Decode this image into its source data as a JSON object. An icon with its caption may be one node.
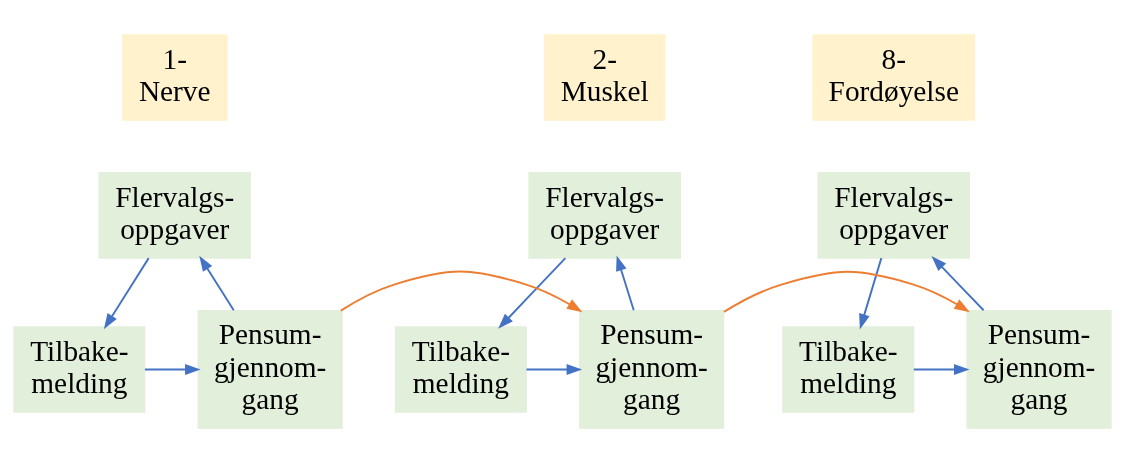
{
  "diagram": {
    "nodes": [
      {
        "text": [
          "1- Nerve"
        ]
      },
      {
        "text": [
          "2- Muskel"
        ]
      },
      {
        "text": [
          "8- Fordøyelse"
        ]
      },
      {
        "text": [
          "Flervalgs- oppgaver"
        ]
      },
      {
        "text": [
          "Flervalgs- oppgaver"
        ]
      },
      {
        "text": [
          "Flervalgs- oppgaver"
        ]
      },
      {
        "text": [
          "Pensum- gjennom- gang"
        ]
      },
      {
        "text": [
          "Tilbake- melding"
        ]
      },
      {
        "text": [
          "Pensum- gjennom- gang"
        ]
      },
      {
        "text": [
          "Tilbake- melding"
        ]
      },
      {
        "text": [
          "Pensum- gjennom- gang"
        ]
      },
      {
        "text": [
          "Tilbake- melding"
        ]
      }
    ],
    "edges": [
      {
        "from": 6,
        "to": 3,
        "arrow": "to"
      },
      {
        "from": 3,
        "to": 7,
        "arrow": "to"
      },
      {
        "from": 7,
        "to": 6,
        "arrow": "to"
      },
      {
        "from": 8,
        "to": 4,
        "arrow": "to"
      },
      {
        "from": 4,
        "to": 9,
        "arrow": "to"
      },
      {
        "from": 9,
        "to": 8,
        "arrow": "to"
      },
      {
        "from": 10,
        "to": 5,
        "arrow": "to"
      },
      {
        "from": 5,
        "to": 11,
        "arrow": "to"
      },
      {
        "from": 11,
        "to": 10,
        "arrow": "to"
      },
      {
        "from": 6,
        "to": 8,
        "arrow": "to",
        "color": "#ed7d31"
      },
      {
        "from": 8,
        "to": 10,
        "arrow": "to",
        "color": "#ed7d31"
      }
    ]
  }
}
